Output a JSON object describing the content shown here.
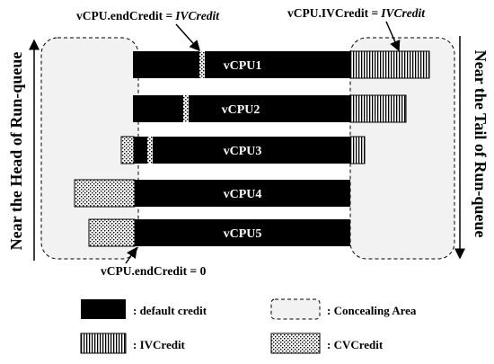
{
  "annotations": {
    "top_left_prefix": "vCPU.endCredit =",
    "top_left_italic": "IVCredit",
    "top_right_prefix": "vCPU.IVCredit =",
    "top_right_italic": "IVCredit",
    "bottom": "vCPU.endCredit = 0"
  },
  "side_labels": {
    "left": "Near the Head of Run-queue",
    "right": "Near the Tail of Run-queue"
  },
  "vcpus": [
    {
      "label": "vCPU1"
    },
    {
      "label": "vCPU2"
    },
    {
      "label": "vCPU3"
    },
    {
      "label": "vCPU4"
    },
    {
      "label": "vCPU5"
    }
  ],
  "legend": {
    "default": ": default credit",
    "concealing": ": Concealing Area",
    "iv": ": IVCredit",
    "cv": ": CVCredit"
  },
  "colors": {
    "default_credit": "#000000",
    "concealing_area": "#f2f2f2",
    "pattern_fill": "#ffffff"
  }
}
